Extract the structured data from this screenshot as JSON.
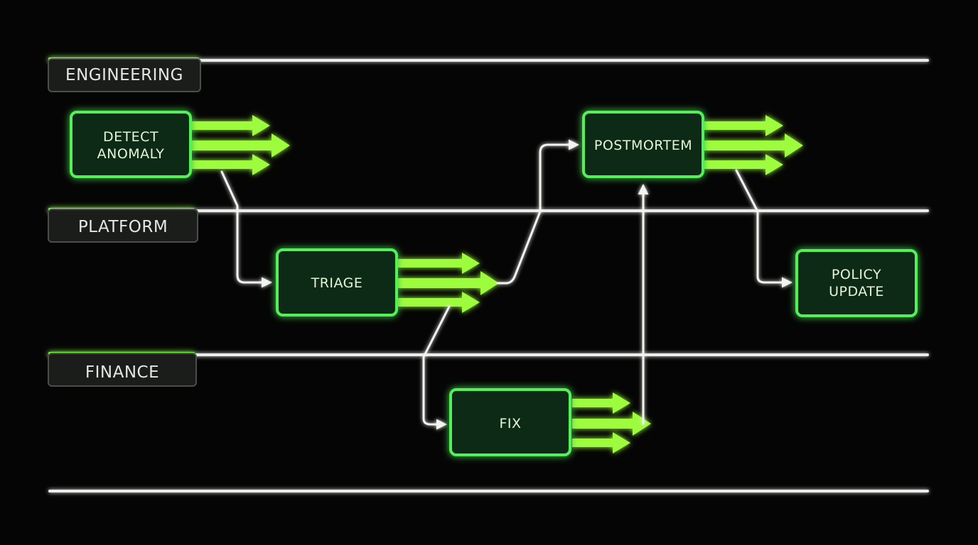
{
  "colors": {
    "background": "#050505",
    "accent": "#7dff3a",
    "node_border": "#52f05a",
    "node_fill": "#0f2a14",
    "connector": "#f2f4f0",
    "lane_line": "#e9ece8"
  },
  "lanes": [
    {
      "label": "ENGINEERING"
    },
    {
      "label": "PLATFORM"
    },
    {
      "label": "FINANCE"
    }
  ],
  "nodes": [
    {
      "id": "detect",
      "lines": [
        "DETECT",
        "ANOMALY"
      ]
    },
    {
      "id": "triage",
      "lines": [
        "TRIAGE"
      ]
    },
    {
      "id": "fix",
      "lines": [
        "FIX"
      ]
    },
    {
      "id": "postmortem",
      "lines": [
        "POSTMORTEM"
      ]
    },
    {
      "id": "policy",
      "lines": [
        "POLICY",
        "UPDATE"
      ]
    }
  ],
  "connectors": [
    {
      "from": "detect",
      "to": "triage"
    },
    {
      "from": "triage",
      "to": "postmortem"
    },
    {
      "from": "triage",
      "to": "fix"
    },
    {
      "from": "fix",
      "to": "postmortem"
    },
    {
      "from": "postmortem",
      "to": "policy"
    }
  ]
}
